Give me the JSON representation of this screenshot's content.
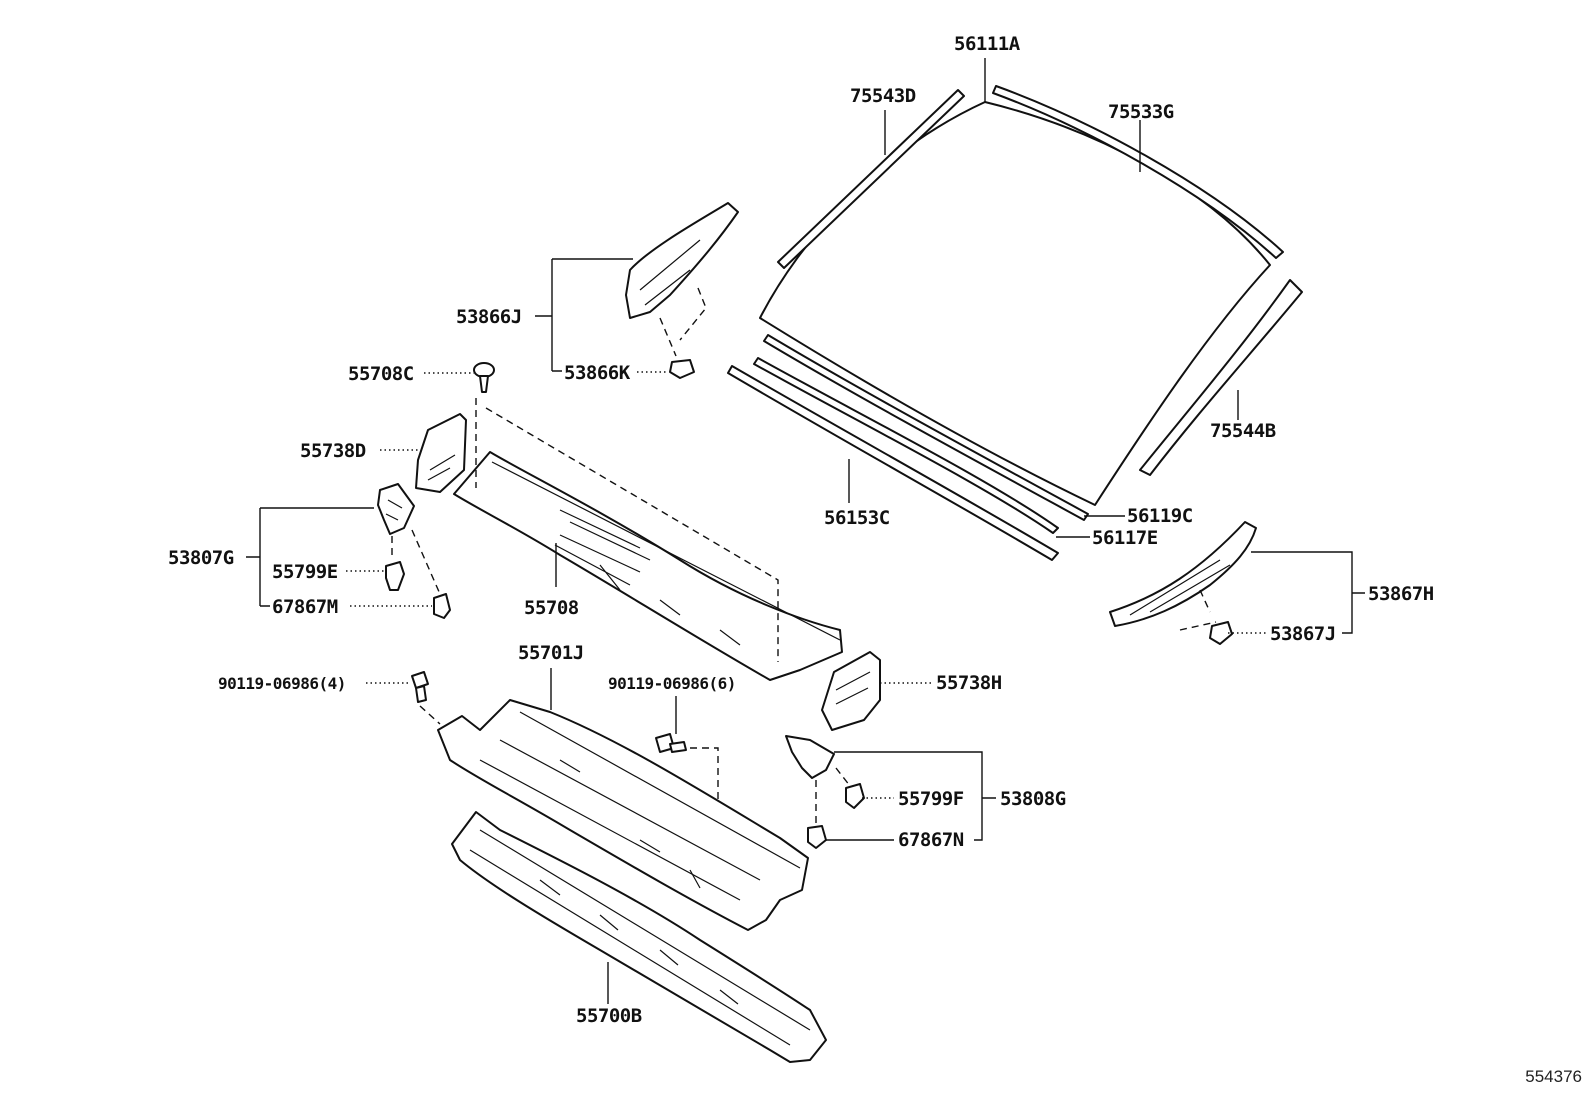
{
  "labels": {
    "p56111A": "56111A",
    "p75543D": "75543D",
    "p75533G": "75533G",
    "p53866J": "53866J",
    "p53866K": "53866K",
    "p55708C": "55708C",
    "p75544B": "75544B",
    "p55738D": "55738D",
    "p53807G": "53807G",
    "p55799E": "55799E",
    "p67867M": "67867M",
    "p55708": "55708",
    "p56153C": "56153C",
    "p56119C": "56119C",
    "p56117E": "56117E",
    "p53867H": "53867H",
    "p53867J": "53867J",
    "p55701J": "55701J",
    "p90119_4": "90119-06986(4)",
    "p90119_6": "90119-06986(6)",
    "p55738H": "55738H",
    "p55799F": "55799F",
    "p53808G": "53808G",
    "p67867N": "67867N",
    "p55700B": "55700B"
  },
  "reference_number": "554376"
}
